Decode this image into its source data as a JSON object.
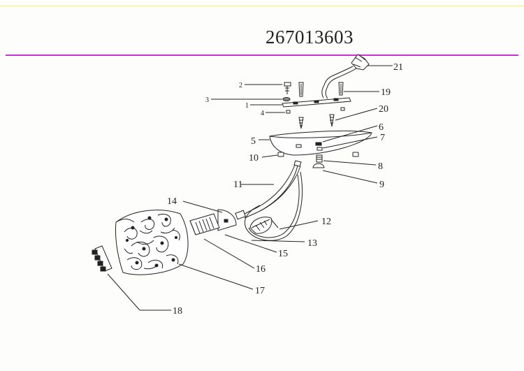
{
  "document": {
    "number": "267013603"
  },
  "colors": {
    "rule": "#cc33cc",
    "ink": "#222222"
  },
  "callouts": [
    {
      "id": "1",
      "label": "1"
    },
    {
      "id": "2",
      "label": "2"
    },
    {
      "id": "3",
      "label": "3"
    },
    {
      "id": "4",
      "label": "4"
    },
    {
      "id": "5",
      "label": "5"
    },
    {
      "id": "6",
      "label": "6"
    },
    {
      "id": "7",
      "label": "7"
    },
    {
      "id": "8",
      "label": "8"
    },
    {
      "id": "9",
      "label": "9"
    },
    {
      "id": "10",
      "label": "10"
    },
    {
      "id": "11",
      "label": "11"
    },
    {
      "id": "12",
      "label": "12"
    },
    {
      "id": "13",
      "label": "13"
    },
    {
      "id": "14",
      "label": "14"
    },
    {
      "id": "15",
      "label": "15"
    },
    {
      "id": "16",
      "label": "16"
    },
    {
      "id": "17",
      "label": "17"
    },
    {
      "id": "18",
      "label": "18"
    },
    {
      "id": "19",
      "label": "19"
    },
    {
      "id": "20",
      "label": "20"
    },
    {
      "id": "21",
      "label": "21"
    }
  ]
}
